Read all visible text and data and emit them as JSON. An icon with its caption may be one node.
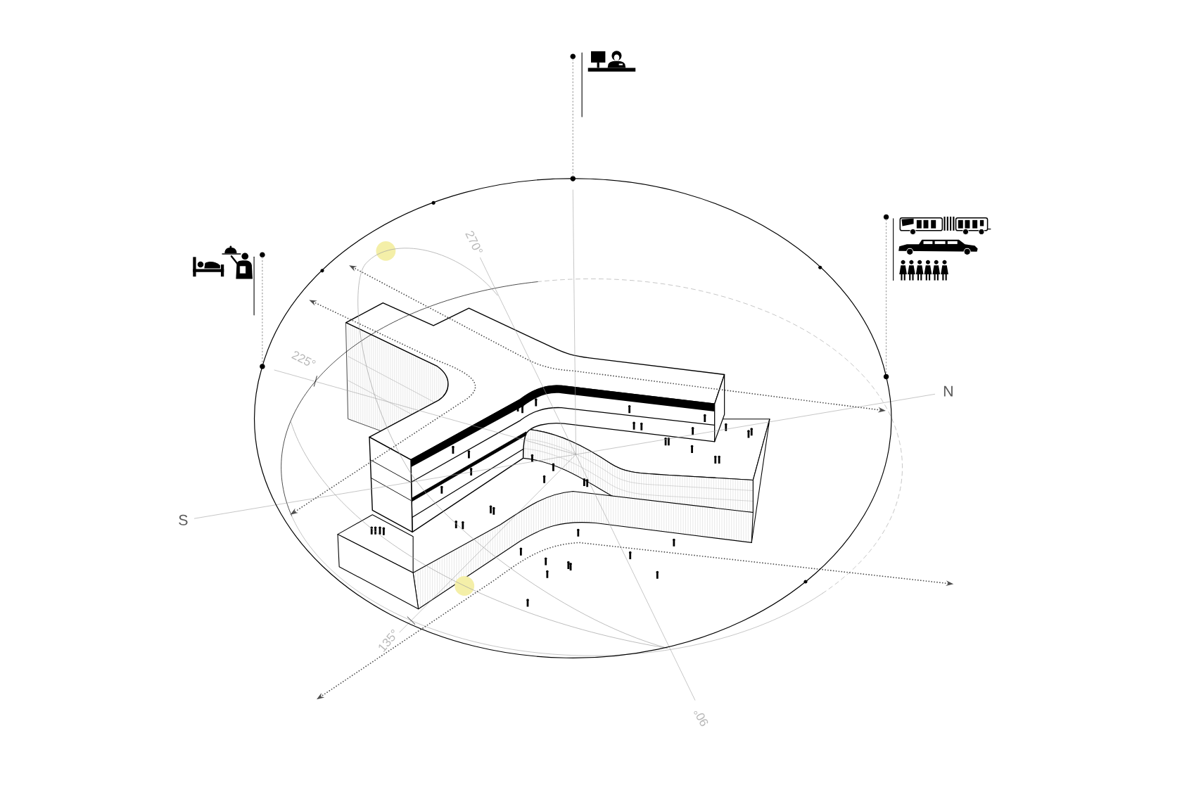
{
  "diagram": {
    "nodes": [
      {
        "text": [],
        "shape": "circle"
      },
      {
        "text": [],
        "shape": "circle"
      },
      {
        "text": [],
        "shape": "circle"
      },
      {
        "text": [],
        "shape": "circle"
      },
      {
        "text": [],
        "shape": "circle"
      },
      {
        "text": [],
        "shape": "circle"
      }
    ],
    "edges": [
      {
        "from": 0,
        "to": 1,
        "arrow": "none",
        "style": "dashed",
        "color": "#aaaaaa"
      },
      {
        "from": 2,
        "to": 5,
        "arrow": "none",
        "style": "dashed",
        "color": "#aaaaaa"
      },
      {
        "from": 3,
        "to": 4,
        "arrow": "none",
        "style": "dashed",
        "color": "#aaaaaa"
      },
      {
        "from": 1,
        "to": 4,
        "arrow": "none",
        "color": "#000000"
      },
      {
        "from": 4,
        "to": 5,
        "arrow": "none",
        "color": "#000000"
      },
      {
        "from": 5,
        "to": 1,
        "arrow": "none",
        "color": "#000000"
      }
    ],
    "labels": [
      "270°",
      "225°",
      "N",
      "S",
      "135°",
      "90°"
    ]
  }
}
